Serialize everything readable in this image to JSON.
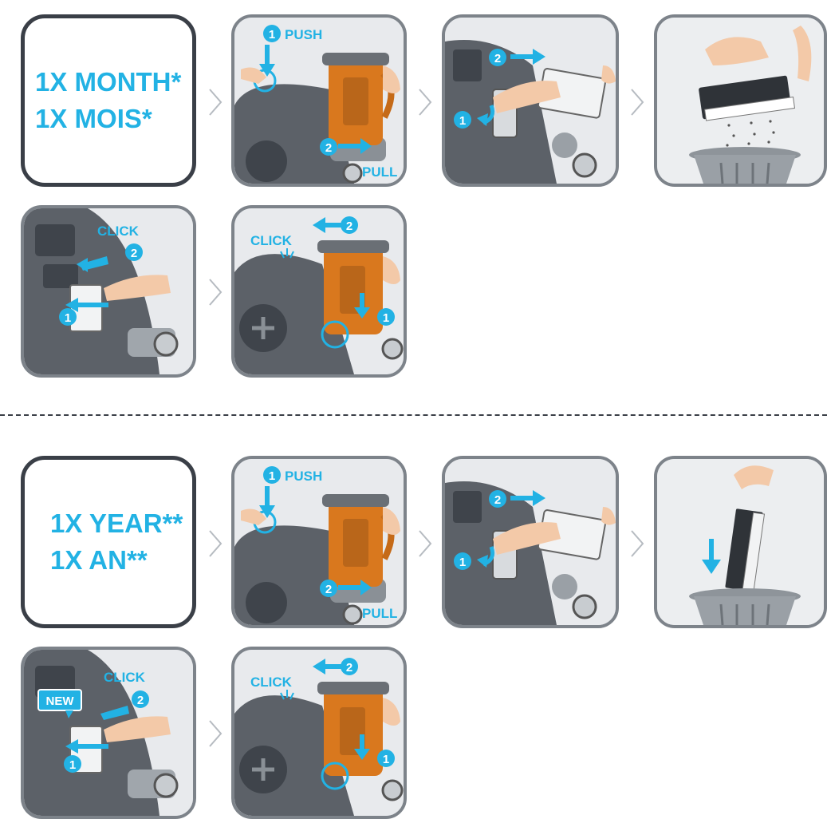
{
  "monthly": {
    "line1": "1X MONTH*",
    "line2": "1X MOIS*"
  },
  "yearly": {
    "line1": "1X YEAR**",
    "line2": "1X AN**"
  },
  "steps": {
    "push": "PUSH",
    "pull": "PULL",
    "click": "CLICK",
    "new": "NEW",
    "n1": "1",
    "n2": "2"
  },
  "colors": {
    "accent": "#22b2e4",
    "frame": "#7d838a",
    "dark_frame": "#3a3f47",
    "bin_orange": "#d9781e",
    "body_grey": "#5c6168"
  },
  "icons": {
    "chevron": "chevron-right-icon",
    "arrow": "arrow-icon",
    "step_badge": "numbered-circle-icon"
  }
}
